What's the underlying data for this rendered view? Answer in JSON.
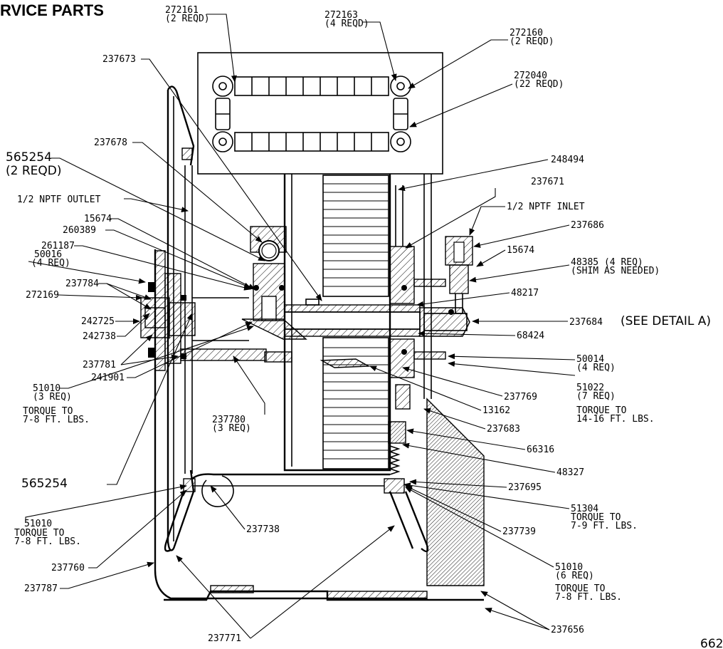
{
  "title": "RVICE PARTS",
  "page_code": "662",
  "callouts": {
    "p272161": "272161",
    "p272161_q": "(2 REQD)",
    "p272163": "272163",
    "p272163_q": "(4 REQD)",
    "p272160": "272160",
    "p272160_q": "(2 REQD)",
    "p272040": "272040",
    "p272040_q": "(22 REQD)",
    "p237673": "237673",
    "p237678": "237678",
    "p565254a": "565254",
    "p565254a_q": "(2 REQD)",
    "p248494": "248494",
    "p237671": "237671",
    "outlet": "1/2 NPTF OUTLET",
    "inlet": "1/2 NPTF INLET",
    "p237686": "237686",
    "p15674a": "15674",
    "p15674b": "15674",
    "p260389": "260389",
    "p261187": "261187",
    "p50016": "50016",
    "p50016_q": "(4 REQ)",
    "p48385": "48385 (4 REQ)",
    "p48385_n": "(SHIM AS NEEDED)",
    "p237784": "237784",
    "p272169": "272169",
    "p48217": "48217",
    "p242725": "242725",
    "p237684": "237684",
    "p237684_n": "(SEE DETAIL A)",
    "p242738": "242738",
    "p68424": "68424",
    "p237781": "237781",
    "p50014": "50014",
    "p50014_q": "(4 REQ)",
    "p241901": "241901",
    "p51022": "51022",
    "p51022_q": "(7 REQ)",
    "p51022_t1": "TORQUE TO",
    "p51022_t2": "14-16 FT. LBS.",
    "p237769": "237769",
    "p13162": "13162",
    "p51010a": "51010",
    "p51010a_q": "(3 REQ)",
    "p51010a_t1": "TORQUE TO",
    "p51010a_t2": "7-8 FT. LBS.",
    "p237780": "237780",
    "p237780_q": "(3 REQ)",
    "p237683": "237683",
    "p66316": "66316",
    "p565254b": "565254",
    "p48327": "48327",
    "p237695": "237695",
    "p51010b": "51010",
    "p51010b_t1": "TORQUE TO",
    "p51010b_t2": "7-8 FT. LBS.",
    "p237738": "237738",
    "p51304": "51304",
    "p51304_t1": "TORQUE TO",
    "p51304_t2": "7-9 FT. LBS.",
    "p237739": "237739",
    "p237760": "237760",
    "p51010c": "51010",
    "p51010c_q": "(6 REQ)",
    "p51010c_t1": "TORQUE TO",
    "p51010c_t2": "7-8 FT. LBS.",
    "p237787": "237787",
    "p237656": "237656",
    "p237771": "237771"
  }
}
